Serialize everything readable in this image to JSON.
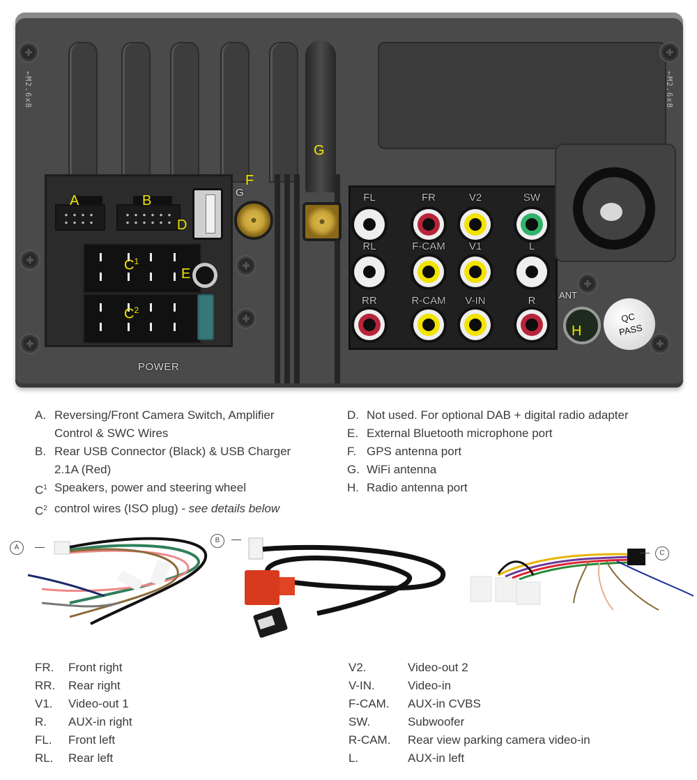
{
  "device": {
    "screw_marking": "←M2.6x8",
    "power_label": "POWER",
    "ant_label": "ANT",
    "qc_sticker": [
      "QC",
      "PASS"
    ],
    "callouts": {
      "A": "A",
      "B": "B",
      "C1": "C",
      "C1_sup": "1",
      "C2": "C",
      "C2_sup": "2",
      "D": "D",
      "E": "E",
      "F": "F",
      "G": "G",
      "H": "H",
      "gps_mark": "G"
    },
    "callout_color": "#f1e500",
    "rca_jacks": [
      {
        "label": "FL",
        "color": "#eeeeee"
      },
      {
        "label": "FR",
        "color": "#b8243a"
      },
      {
        "label": "V2",
        "color": "#f2e300"
      },
      {
        "label": "SW",
        "color": "#2fb36b"
      },
      {
        "label": "RL",
        "color": "#eeeeee"
      },
      {
        "label": "F-CAM",
        "color": "#f2e300"
      },
      {
        "label": "V1",
        "color": "#f2e300"
      },
      {
        "label": "L",
        "color": "#eeeeee"
      },
      {
        "label": "RR",
        "color": "#b8243a"
      },
      {
        "label": "R-CAM",
        "color": "#f2e300"
      },
      {
        "label": "V-IN",
        "color": "#f2e300"
      },
      {
        "label": "R",
        "color": "#b8243a"
      }
    ]
  },
  "legend_left": [
    {
      "key": "A.",
      "lines": [
        "Reversing/Front Camera Switch, Amplifier",
        "Control & SWC Wires"
      ]
    },
    {
      "key": "B.",
      "lines": [
        "Rear USB Connector (Black) & USB Charger",
        "2.1A (Red)"
      ]
    },
    {
      "key": "C",
      "sup": "1",
      "lines": [
        "Speakers, power and steering wheel"
      ]
    },
    {
      "key": "C",
      "sup": "2",
      "lines": [
        "control wires (ISO plug) - "
      ],
      "italic": "see details below"
    }
  ],
  "legend_right": [
    {
      "key": "D.",
      "text": "Not used.  For optional DAB + digital radio adapter"
    },
    {
      "key": "E.",
      "text": "External Bluetooth microphone port"
    },
    {
      "key": "F.",
      "text": "GPS antenna port"
    },
    {
      "key": "G.",
      "text": "WiFi antenna"
    },
    {
      "key": "H.",
      "text": "Radio antenna port"
    }
  ],
  "harness_tags": {
    "a": "A",
    "b": "B",
    "c": "C"
  },
  "abbreviations_left": [
    {
      "code": "FR.",
      "meaning": "Front right"
    },
    {
      "code": "RR.",
      "meaning": "Rear right"
    },
    {
      "code": "V1.",
      "meaning": "Video-out 1"
    },
    {
      "code": "R.",
      "meaning": "AUX-in right"
    },
    {
      "code": "FL.",
      "meaning": "Front left"
    },
    {
      "code": "RL.",
      "meaning": "Rear left"
    }
  ],
  "abbreviations_right": [
    {
      "code": "V2.",
      "meaning": "Video-out 2"
    },
    {
      "code": "V-IN.",
      "meaning": "Video-in"
    },
    {
      "code": "F-CAM.",
      "meaning": "AUX-in CVBS"
    },
    {
      "code": "SW.",
      "meaning": "Subwoofer"
    },
    {
      "code": "R-CAM.",
      "meaning": "Rear view parking camera video-in"
    },
    {
      "code": "L.",
      "meaning": "AUX-in left"
    }
  ]
}
